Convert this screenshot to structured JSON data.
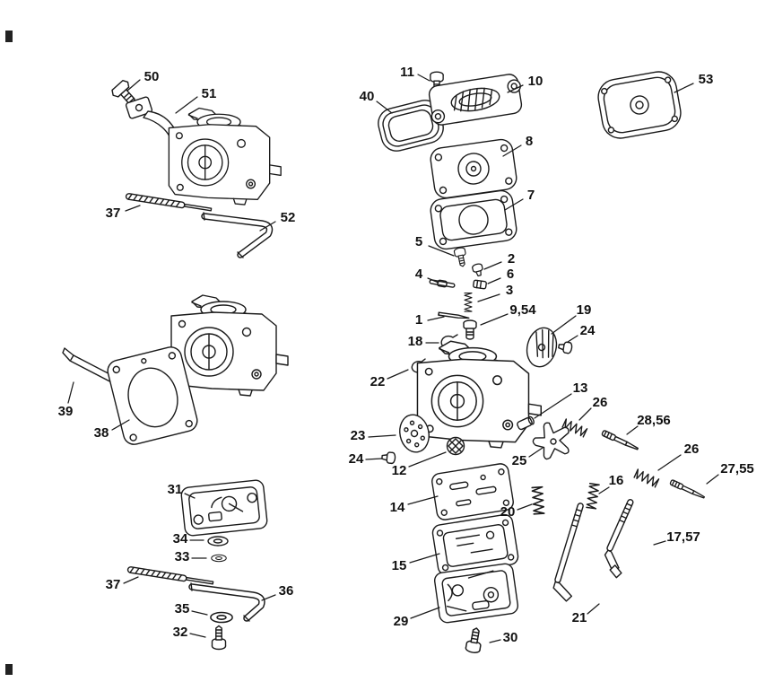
{
  "figure": {
    "kind": "exploded-parts-diagram",
    "subject": "carburetor assembly line drawing",
    "background_color": "#ffffff",
    "line_color": "#1a1a1a",
    "label_color": "#111111"
  },
  "callouts": [
    {
      "label": "50"
    },
    {
      "label": "51"
    },
    {
      "label": "37"
    },
    {
      "label": "52"
    },
    {
      "label": "11"
    },
    {
      "label": "40"
    },
    {
      "label": "10"
    },
    {
      "label": "53"
    },
    {
      "label": "8"
    },
    {
      "label": "7"
    },
    {
      "label": "5"
    },
    {
      "label": "2"
    },
    {
      "label": "4"
    },
    {
      "label": "6"
    },
    {
      "label": "3"
    },
    {
      "label": "1"
    },
    {
      "label": "9,54"
    },
    {
      "label": "19"
    },
    {
      "label": "18"
    },
    {
      "label": "24"
    },
    {
      "label": "22"
    },
    {
      "label": "13"
    },
    {
      "label": "26"
    },
    {
      "label": "28,56"
    },
    {
      "label": "23"
    },
    {
      "label": "24"
    },
    {
      "label": "26"
    },
    {
      "label": "27,55"
    },
    {
      "label": "12"
    },
    {
      "label": "25"
    },
    {
      "label": "16"
    },
    {
      "label": "14"
    },
    {
      "label": "20"
    },
    {
      "label": "17,57"
    },
    {
      "label": "15"
    },
    {
      "label": "39"
    },
    {
      "label": "38"
    },
    {
      "label": "31"
    },
    {
      "label": "34"
    },
    {
      "label": "33"
    },
    {
      "label": "37"
    },
    {
      "label": "36"
    },
    {
      "label": "35"
    },
    {
      "label": "32"
    },
    {
      "label": "29"
    },
    {
      "label": "21"
    },
    {
      "label": "30"
    }
  ]
}
